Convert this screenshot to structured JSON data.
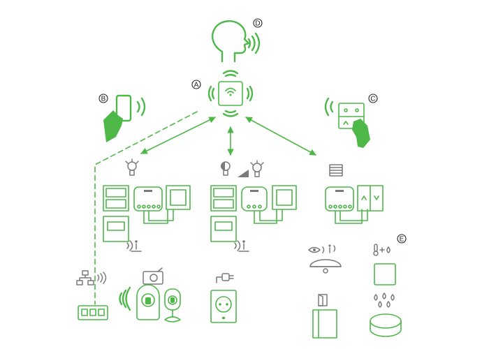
{
  "labels": {
    "hub": "A",
    "smartphone": "B",
    "wall_switch": "C",
    "voice": "D",
    "sensors": "E"
  },
  "colors": {
    "device_green": "#4db848",
    "icon_grey": "#7a7a7a",
    "label_outline": "#222222"
  }
}
